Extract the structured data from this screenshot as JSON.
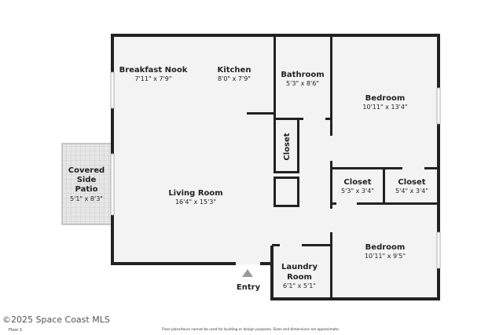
{
  "rooms": {
    "breakfast_nook": {
      "name": "Breakfast Nook",
      "dims": "7'11\" x 7'9\""
    },
    "kitchen": {
      "name": "Kitchen",
      "dims": "8'0\" x 7'9\""
    },
    "bathroom": {
      "name": "Bathroom",
      "dims": "5'3\" x 8'6\""
    },
    "bedroom_1": {
      "name": "Bedroom",
      "dims": "10'11\" x 13'4\""
    },
    "hall_closet": {
      "name": "Closet"
    },
    "closet_1": {
      "name": "Closet",
      "dims": "5'3\" x 3'4\""
    },
    "closet_2": {
      "name": "Closet",
      "dims": "5'4\" x 3'4\""
    },
    "patio": {
      "name_lines": [
        "Covered",
        "Side",
        "Patio"
      ],
      "dims": "5'1\" x 8'3\""
    },
    "living_room": {
      "name": "Living Room",
      "dims": "16'4\" x 15'3\""
    },
    "laundry": {
      "name_lines": [
        "Laundry",
        "Room"
      ],
      "dims": "6'1\" x 5'1\""
    },
    "bedroom_2": {
      "name": "Bedroom",
      "dims": "10'11\" x 9'5\""
    }
  },
  "entry_label": "Entry",
  "floor_label": "Floor 1",
  "footer_note": "Floor plans/tours cannot be used for building or design purposes. Sizes and dimensions are approximate.",
  "watermark": "©2025 Space Coast MLS",
  "colors": {
    "wall": "#222222",
    "floor": "#f2f2f2",
    "patio_tile": "#c9c9c9"
  }
}
